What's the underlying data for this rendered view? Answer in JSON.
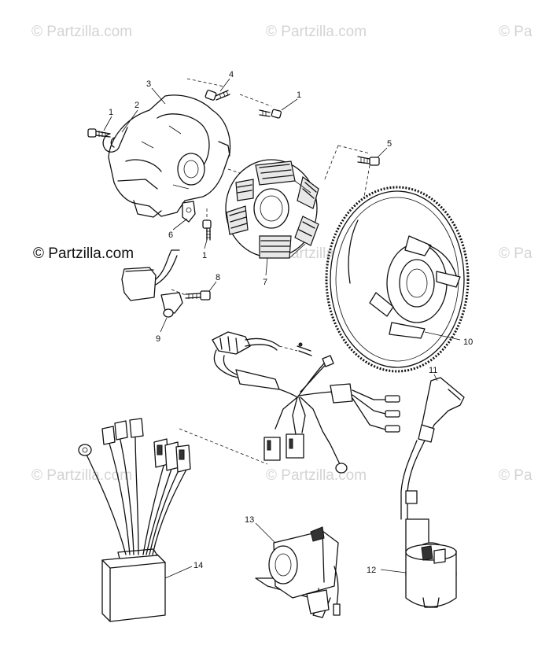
{
  "watermarks": {
    "top_left": "© Partzilla.com",
    "top_center": "© Partzilla.com",
    "top_right": "© Pa",
    "mid_left": "© Partzilla.com",
    "mid_center": "© Partzilla.com",
    "mid_right": "© Pa",
    "low_left": "© Partzilla.com",
    "low_center": "© Partzilla.com",
    "low_right": "© Pa",
    "main": "© Partzilla.com"
  },
  "callouts": {
    "c1a": "1",
    "c1b": "1",
    "c1c": "1",
    "c2": "2",
    "c3": "3",
    "c4": "4",
    "c5": "5",
    "c6": "6",
    "c7": "7",
    "c8": "8",
    "c9": "9",
    "c10": "10",
    "c11": "11",
    "c12": "12",
    "c13": "13",
    "c14": "14"
  }
}
